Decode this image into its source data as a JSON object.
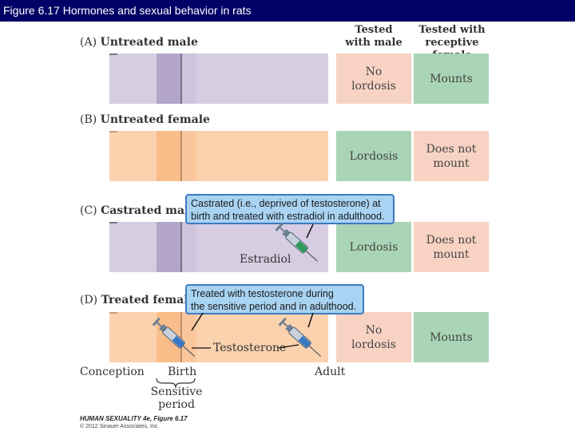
{
  "slide_title": "Figure 6.17  Hormones and sexual behavior in rats",
  "column_headers": {
    "tested_with_male": [
      "Tested",
      "with male"
    ],
    "tested_with_female": [
      "Tested with",
      "receptive female"
    ]
  },
  "panels": [
    {
      "letter": "(A)",
      "label": "Untreated male",
      "with_male": [
        "No",
        "lordosis"
      ],
      "with_female": [
        "Mounts"
      ],
      "with_male_color": "#f8d3c3",
      "with_female_color": "#a9d5b6"
    },
    {
      "letter": "(B)",
      "label": "Untreated female",
      "with_male": [
        "Lordosis"
      ],
      "with_female": [
        "Does not",
        "mount"
      ],
      "with_male_color": "#a9d5b6",
      "with_female_color": "#f8d3c3"
    },
    {
      "letter": "(C)",
      "label": "Castrated male",
      "with_male": [
        "Lordosis"
      ],
      "with_female": [
        "Does not",
        "mount"
      ],
      "with_male_color": "#a9d5b6",
      "with_female_color": "#f8d3c3"
    },
    {
      "letter": "(D)",
      "label": "Treated female",
      "with_male": [
        "No",
        "lordosis"
      ],
      "with_female": [
        "Mounts"
      ],
      "with_male_color": "#f8d3c3",
      "with_female_color": "#a9d5b6"
    }
  ],
  "callouts": {
    "castrated": [
      "Castrated (i.e., deprived of testosterone) at",
      "birth and treated with estradiol in adulthood."
    ],
    "treated": [
      "Treated with testosterone during",
      "the sensitive period and in adulthood."
    ]
  },
  "hormone_labels": {
    "estradiol": "Estradiol",
    "testosterone": "Testosterone"
  },
  "timeline": {
    "conception": "Conception",
    "birth": "Birth",
    "adult": "Adult",
    "sensitive_period": [
      "Sensitive",
      "period"
    ]
  },
  "credits": {
    "book": "HUMAN SEXUALITY 4e, Figure 6.17",
    "copyright": "© 2012 Sinauer Associates, Inc."
  },
  "colors": {
    "title_bar": "#000066",
    "male_bar": "#d6cde3",
    "male_band": "#b3a6c8",
    "female_bar": "#fbd2ae",
    "female_band": "#f9bd8a",
    "positive_result": "#a9d5b6",
    "negative_result": "#f8d3c3",
    "callout_fill": "#a9d3f2",
    "callout_border": "#3d7ac2"
  }
}
